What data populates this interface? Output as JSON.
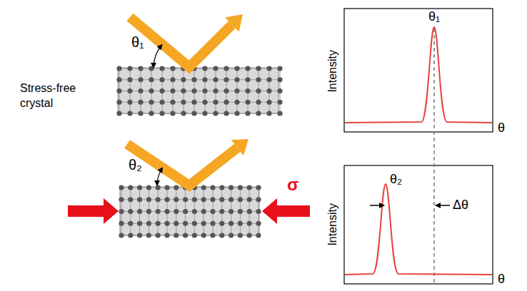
{
  "diagram": {
    "labels": [
      "θ₁",
      "Stress-free crystal",
      "Intensity",
      "θ₁",
      "θ",
      "θ₂",
      "σ",
      "Intensity",
      "θ₂",
      "Δθ",
      "θ"
    ]
  }
}
